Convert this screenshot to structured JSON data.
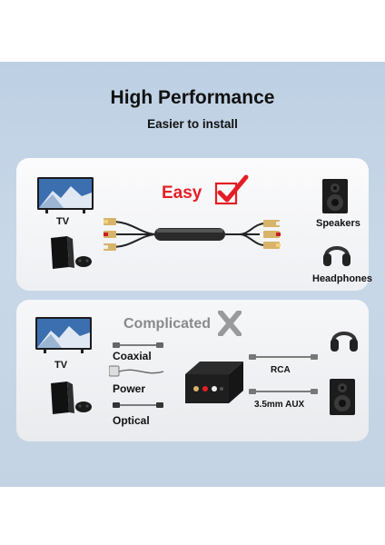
{
  "header": {
    "title": "High Performance",
    "subtitle": "Easier to install"
  },
  "top_panel": {
    "easy_label": "Easy",
    "left_devices": [
      "TV"
    ],
    "right_devices": [
      "Speakers",
      "Headphones"
    ]
  },
  "bottom_panel": {
    "complicated_label": "Complicated",
    "left_labels": [
      "TV"
    ],
    "middle_items": [
      "Coaxial",
      "Power",
      "Optical"
    ],
    "right_items": [
      "RCA",
      "3.5mm AUX"
    ]
  },
  "colors": {
    "accent_red": "#e41e26",
    "background_blue": "#c3d3e4"
  }
}
